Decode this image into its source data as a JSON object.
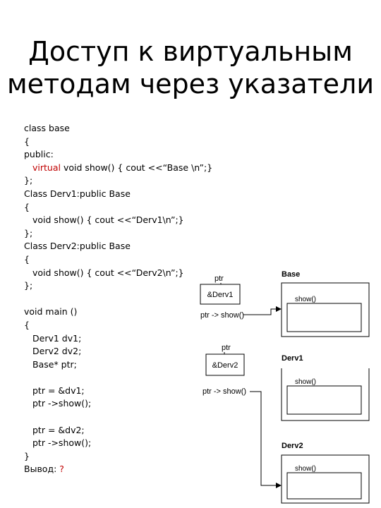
{
  "title": {
    "line1": "Доступ к виртуальным",
    "line2": "методам через указатели"
  },
  "code": {
    "l01": "class base",
    "l02": "{",
    "l03": "public:",
    "l04_keyword": "virtual",
    "l04_rest": " void show() { cout <<“Base \\n”;}",
    "l05": "};",
    "l06": "Class Derv1:public Base",
    "l07": "{",
    "l08": "void show() { cout <<“Derv1\\n”;}",
    "l09": "};",
    "l10": "Class Derv2:public Base",
    "l11": "{",
    "l12": "void show() { cout <<“Derv2\\n”;}",
    "l13": "};",
    "l14": "void main ()",
    "l15": "{",
    "l16": "Derv1 dv1;",
    "l17": "Derv2 dv2;",
    "l18": "Base* ptr;",
    "l19": "ptr = &dv1;",
    "l20": "ptr ->show();",
    "l21": "ptr = &dv2;",
    "l22": "ptr ->show();",
    "l23": "}",
    "l24_label": "Вывод: ",
    "l24_value": "?"
  },
  "diagram": {
    "ptr1_label": "ptr",
    "ptr1_box": "&Derv1",
    "ptr1_call": "ptr -> show()",
    "ptr2_label": "ptr",
    "ptr2_box": "&Derv2",
    "ptr2_call": "ptr -> show()",
    "base_label": "Base",
    "derv1_label": "Derv1",
    "derv2_label": "Derv2",
    "show_label": "show()"
  }
}
